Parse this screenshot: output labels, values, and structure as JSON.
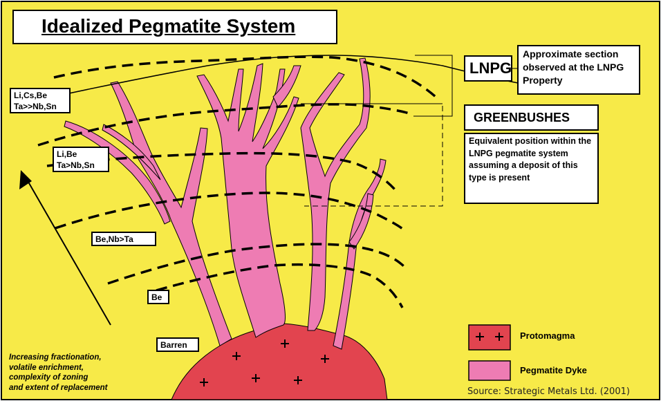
{
  "title": "Idealized Pegmatite System",
  "labels": {
    "lnpg": "LNPG",
    "approx_section": "Approximate section observed at the LNPG Property",
    "greenbushes": "GREENBUSHES",
    "equivalent": "Equivalent position within the LNPG pegmatite system assuming a deposit of this type is present"
  },
  "zones": [
    {
      "id": "z1",
      "line1": "Li,Cs,Be",
      "line2": "Ta>>Nb,Sn"
    },
    {
      "id": "z2",
      "line1": "Li,Be",
      "line2": "Ta>Nb,Sn"
    },
    {
      "id": "z3",
      "line1": "Be,Nb>Ta",
      "line2": ""
    },
    {
      "id": "z4",
      "line1": "Be",
      "line2": ""
    },
    {
      "id": "z5",
      "line1": "Barren",
      "line2": ""
    }
  ],
  "caption": [
    "Increasing fractionation,",
    "volatile enrichment,",
    "complexity of zoning",
    "and extent of replacement"
  ],
  "legend": [
    {
      "label": "Protomagma",
      "color": "#e2444f"
    },
    {
      "label": "Pegmatite Dyke",
      "color": "#ee7cb3"
    }
  ],
  "source": "Source: Strategic Metals Ltd. (2001)",
  "colors": {
    "background": "#f7ea48",
    "dyke": "#ee7cb3",
    "protomagma": "#e2444f",
    "frame": "#000000"
  }
}
